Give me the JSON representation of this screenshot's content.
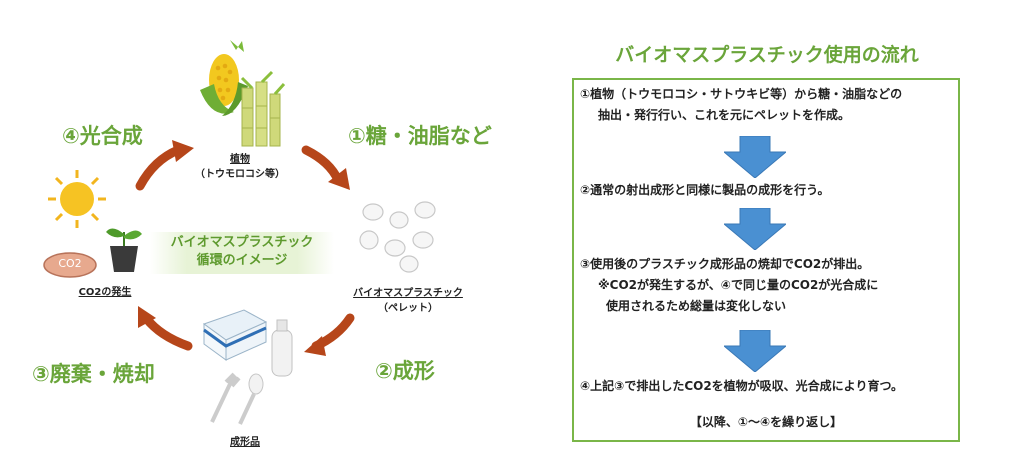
{
  "cycle": {
    "label1": "①糖・油脂など",
    "label2": "②成形",
    "label3": "③廃棄・焼却",
    "label4": "④光合成",
    "plant_caption": "植物",
    "plant_sub": "（トウモロコシ等）",
    "pellet_caption": "バイオマスプラスチック",
    "pellet_sub": "（ペレット）",
    "molded_caption": "成形品",
    "co2_caption": "CO2の発生",
    "co2_bubble": "CO2",
    "center_line1": "バイオマスプラスチック",
    "center_line2": "循環のイメージ"
  },
  "flow": {
    "title": "バイオマスプラスチック使用の流れ",
    "step1_line1": "①植物（トウモロコシ・サトウキビ等）から糖・油脂などの",
    "step1_line2": "抽出・発行行い、これを元にペレットを作成。",
    "step2": "②通常の射出成形と同様に製品の成形を行う。",
    "step3_line1": "③使用後のプラスチック成形品の焼却でCO2が排出。",
    "step3_note1": "※CO2が発生するが、④で同じ量のCO2が光合成に",
    "step3_note2": "使用されるため総量は変化しない",
    "step4": "④上記③で排出したCO2を植物が吸収、光合成により育つ。",
    "repeat": "【以降、①～④を繰り返し】"
  },
  "colors": {
    "accent_green": "#6aa53a",
    "arrow_brown": "#b6461a",
    "flow_arrow_blue": "#4a90d2"
  }
}
